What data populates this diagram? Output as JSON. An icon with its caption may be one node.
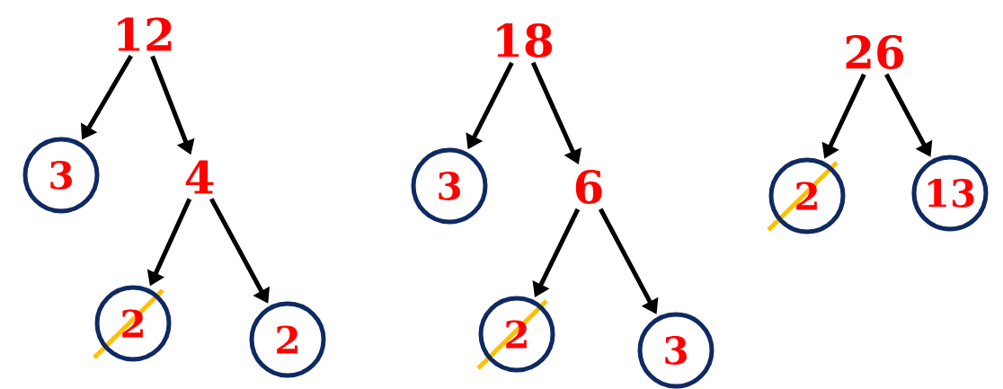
{
  "diagram": {
    "nodes": [
      {
        "text": [
          "12"
        ]
      },
      {
        "text": [
          "3"
        ]
      },
      {
        "text": [
          "4"
        ]
      },
      {
        "text": [
          "2"
        ]
      },
      {
        "text": [
          "2"
        ]
      },
      {
        "text": [
          "18"
        ]
      },
      {
        "text": [
          "3"
        ]
      },
      {
        "text": [
          "6"
        ]
      },
      {
        "text": [
          "2"
        ]
      },
      {
        "text": [
          "3"
        ]
      },
      {
        "text": [
          "26"
        ]
      },
      {
        "text": [
          "2"
        ]
      },
      {
        "text": [
          "13"
        ]
      }
    ],
    "edges": [
      {
        "from": 0,
        "to": 1,
        "arrow": "to"
      },
      {
        "from": 0,
        "to": 2,
        "arrow": "to"
      },
      {
        "from": 2,
        "to": 3,
        "arrow": "to"
      },
      {
        "from": 2,
        "to": 4,
        "arrow": "to"
      },
      {
        "from": 5,
        "to": 6,
        "arrow": "to"
      },
      {
        "from": 5,
        "to": 7,
        "arrow": "to"
      },
      {
        "from": 7,
        "to": 8,
        "arrow": "to"
      },
      {
        "from": 7,
        "to": 9,
        "arrow": "to"
      },
      {
        "from": 10,
        "to": 11,
        "arrow": "to"
      },
      {
        "from": 10,
        "to": 12,
        "arrow": "to"
      }
    ]
  }
}
